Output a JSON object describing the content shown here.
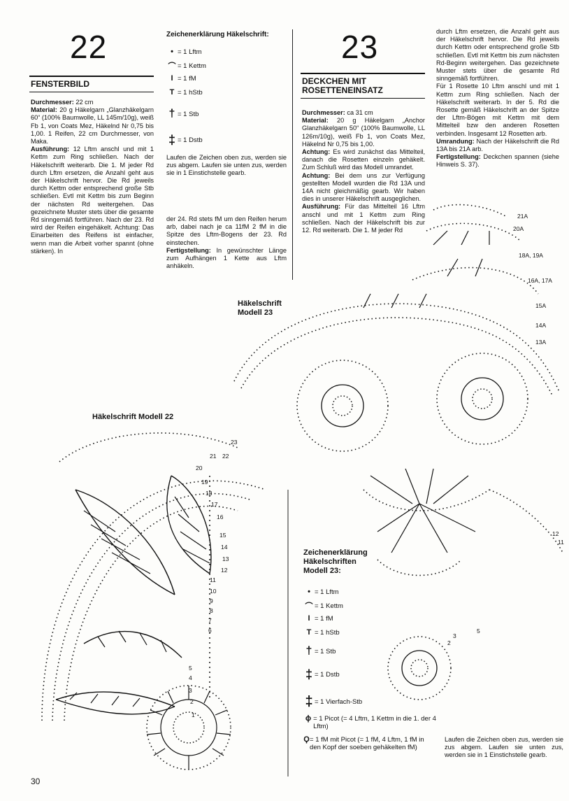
{
  "page_number": "30",
  "model22": {
    "number": "22",
    "title": "FENSTERBILD",
    "paragraphs": [
      {
        "label": "Durchmesser:",
        "text": " 22 cm"
      },
      {
        "label": "Material:",
        "text": " 20 g Häkelgarn „Glanzhäkelgarn 60“ (100% Baumwolle, LL 145m/10g), weiß Fb 1, von Coats Mez, Häkelnd Nr 0,75 bis 1,00. 1 Reifen, 22 cm Durchmesser, von Maka."
      },
      {
        "label": "Ausführung:",
        "text": " 12 Lftm anschl und mit 1 Kettm zum Ring schließen. Nach der Häkelschrift weiterarb. Die 1. M jeder Rd durch Lftm ersetzen, die Anzahl geht aus der Häkelschrift hervor. Die Rd jeweils durch Kettm oder entsprechend große Stb schließen. Evtl mit Kettm bis zum Beginn der nächsten Rd weitergehen. Das gezeichnete Muster stets über die gesamte Rd sinngemäß fortführen. Nach der 23. Rd wird der Reifen eingehäkelt. Achtung: Das Einarbeiten des Reifens ist einfacher, wenn man die Arbeit vorher spannt (ohne stärken). In"
      }
    ],
    "legend_title": "Zeichenerklärung Häkelschrift:",
    "legend": [
      {
        "icon": "dot-icon",
        "symbol": "•",
        "text": "= 1 Lftm"
      },
      {
        "icon": "arc-icon",
        "symbol": "⌒",
        "text": "= 1 Kettm"
      },
      {
        "icon": "bar-icon",
        "symbol": "I",
        "text": "= 1 fM"
      },
      {
        "icon": "t-icon",
        "symbol": "T",
        "text": "= 1 hStb"
      },
      {
        "icon": "stb-icon",
        "symbol": "†",
        "text": "= 1 Stb"
      },
      {
        "icon": "dstb-icon",
        "symbol": "‡",
        "text": "= 1 Dstb"
      }
    ],
    "legend_note": "Laufen die Zeichen oben zus, werden sie zus abgem. Laufen sie unten zus, werden sie in 1 Einstichstelle gearb.",
    "continuation": "der 24. Rd stets fM um den Reifen herum arb, dabei nach je ca 11fM 2 fM in die Spitze des Lftm-Bogens der 23. Rd einstechen.",
    "finish_label": "Fertigstellung:",
    "finish_text": " In gewünschter Länge zum Aufhängen 1 Kette aus Lftm anhäkeln.",
    "chart_title": "Häkelschrift Modell 22",
    "round_labels": [
      "23",
      "21",
      "22",
      "20",
      "19",
      "18",
      "17",
      "16",
      "15",
      "14",
      "13",
      "12",
      "11",
      "10",
      "9",
      "8",
      "7",
      "6",
      "5",
      "4",
      "3",
      "2",
      "1"
    ]
  },
  "model23": {
    "number": "23",
    "title_line1": "DECKCHEN MIT",
    "title_line2": "ROSETTENEINSATZ",
    "paragraphs": [
      {
        "label": "Durchmesser:",
        "text": " ca 31 cm"
      },
      {
        "label": "Material:",
        "text": " 20 g Häkelgarn „Anchor Glanzhäkelgarn 50“ (100% Baumwolle, LL 126m/10g), weiß Fb 1, von Coats Mez, Häkelnd Nr 0,75 bis 1,00."
      },
      {
        "label": "Achtung:",
        "text": " Es wird zunächst das Mittelteil, danach die Rosetten einzeln gehäkelt. Zum Schluß wird das Modell umrandet."
      },
      {
        "label": "Achtung:",
        "text": " Bei dem uns zur Verfügung gestellten Modell wurden die Rd 13A und 14A nicht gleichmäßig gearb. Wir haben dies in unserer Häkelschrift ausgeglichen."
      },
      {
        "label": "Ausführung:",
        "text": " Für das Mittelteil 16 Lftm anschl und mit 1 Kettm zum Ring schließen. Nach der Häkelschrift bis zur 12. Rd weiterarb. Die 1. M jeder Rd"
      }
    ],
    "col3_text": "durch Lftm ersetzen, die Anzahl geht aus der Häkelschrift hervor. Die Rd jeweils durch Kettm oder entsprechend große Stb schließen. Evtl mit Kettm bis zum nächsten Rd-Beginn weitergehen. Das gezeichnete Muster stets über die gesamte Rd sinngemäß fortführen.",
    "col3_paragraphs": [
      {
        "label": "",
        "text": "Für 1 Rosette 10 Lftm anschl und mit 1 Kettm zum Ring schließen. Nach der Häkelschrift weiterarb. In der 5. Rd die Rosette gemäß Häkelschrift an der Spitze der Lftm-Bögen mit Kettm mit dem Mittelteil bzw den anderen Rosetten verbinden. Insgesamt 12 Rosetten arb."
      },
      {
        "label": "Umrandung:",
        "text": " Nach der Häkelschrift die Rd 13A bis 21A arb."
      },
      {
        "label": "Fertigstellung:",
        "text": " Deckchen spannen (siehe Hinweis S. 37)."
      }
    ],
    "chart_title_1": "Häkelschrift",
    "chart_title_2": "Modell 23",
    "round_labels": [
      "21A",
      "20A",
      "18A, 19A",
      "16A, 17A",
      "15A",
      "14A",
      "13A",
      "12",
      "11",
      "5",
      "3",
      "2"
    ],
    "legend_title_1": "Zeichenerklärung",
    "legend_title_2": "Häkelschriften",
    "legend_title_3": "Modell 23:",
    "legend": [
      {
        "icon": "dot-icon",
        "symbol": "•",
        "text": "= 1 Lftm"
      },
      {
        "icon": "arc-icon",
        "symbol": "⌒",
        "text": "= 1 Kettm"
      },
      {
        "icon": "bar-icon",
        "symbol": "I",
        "text": "= 1 fM"
      },
      {
        "icon": "t-icon",
        "symbol": "T",
        "text": "= 1 hStb"
      },
      {
        "icon": "stb-icon",
        "symbol": "†",
        "text": "= 1 Stb"
      },
      {
        "icon": "dstb-icon",
        "symbol": "‡",
        "text": "= 1 Dstb"
      },
      {
        "icon": "vstb-icon",
        "symbol": "‡",
        "text": "= 1 Vierfach-Stb"
      },
      {
        "icon": "picot-icon",
        "symbol": "ϕ",
        "text": "= 1 Picot (= 4 Lftm, 1 Kettm in die 1. der 4 Lftm)"
      },
      {
        "icon": "fm-picot-icon",
        "symbol": "Ϙ",
        "text": "= 1 fM mit Picot (= 1 fM, 4 Lftm, 1 fM in den Kopf der soeben gehäkelten fM)"
      }
    ],
    "legend_note": "Laufen die Zeichen oben zus, werden sie zus abgem. Laufen sie unten zus, werden sie in 1 Einstichstelle gearb."
  }
}
